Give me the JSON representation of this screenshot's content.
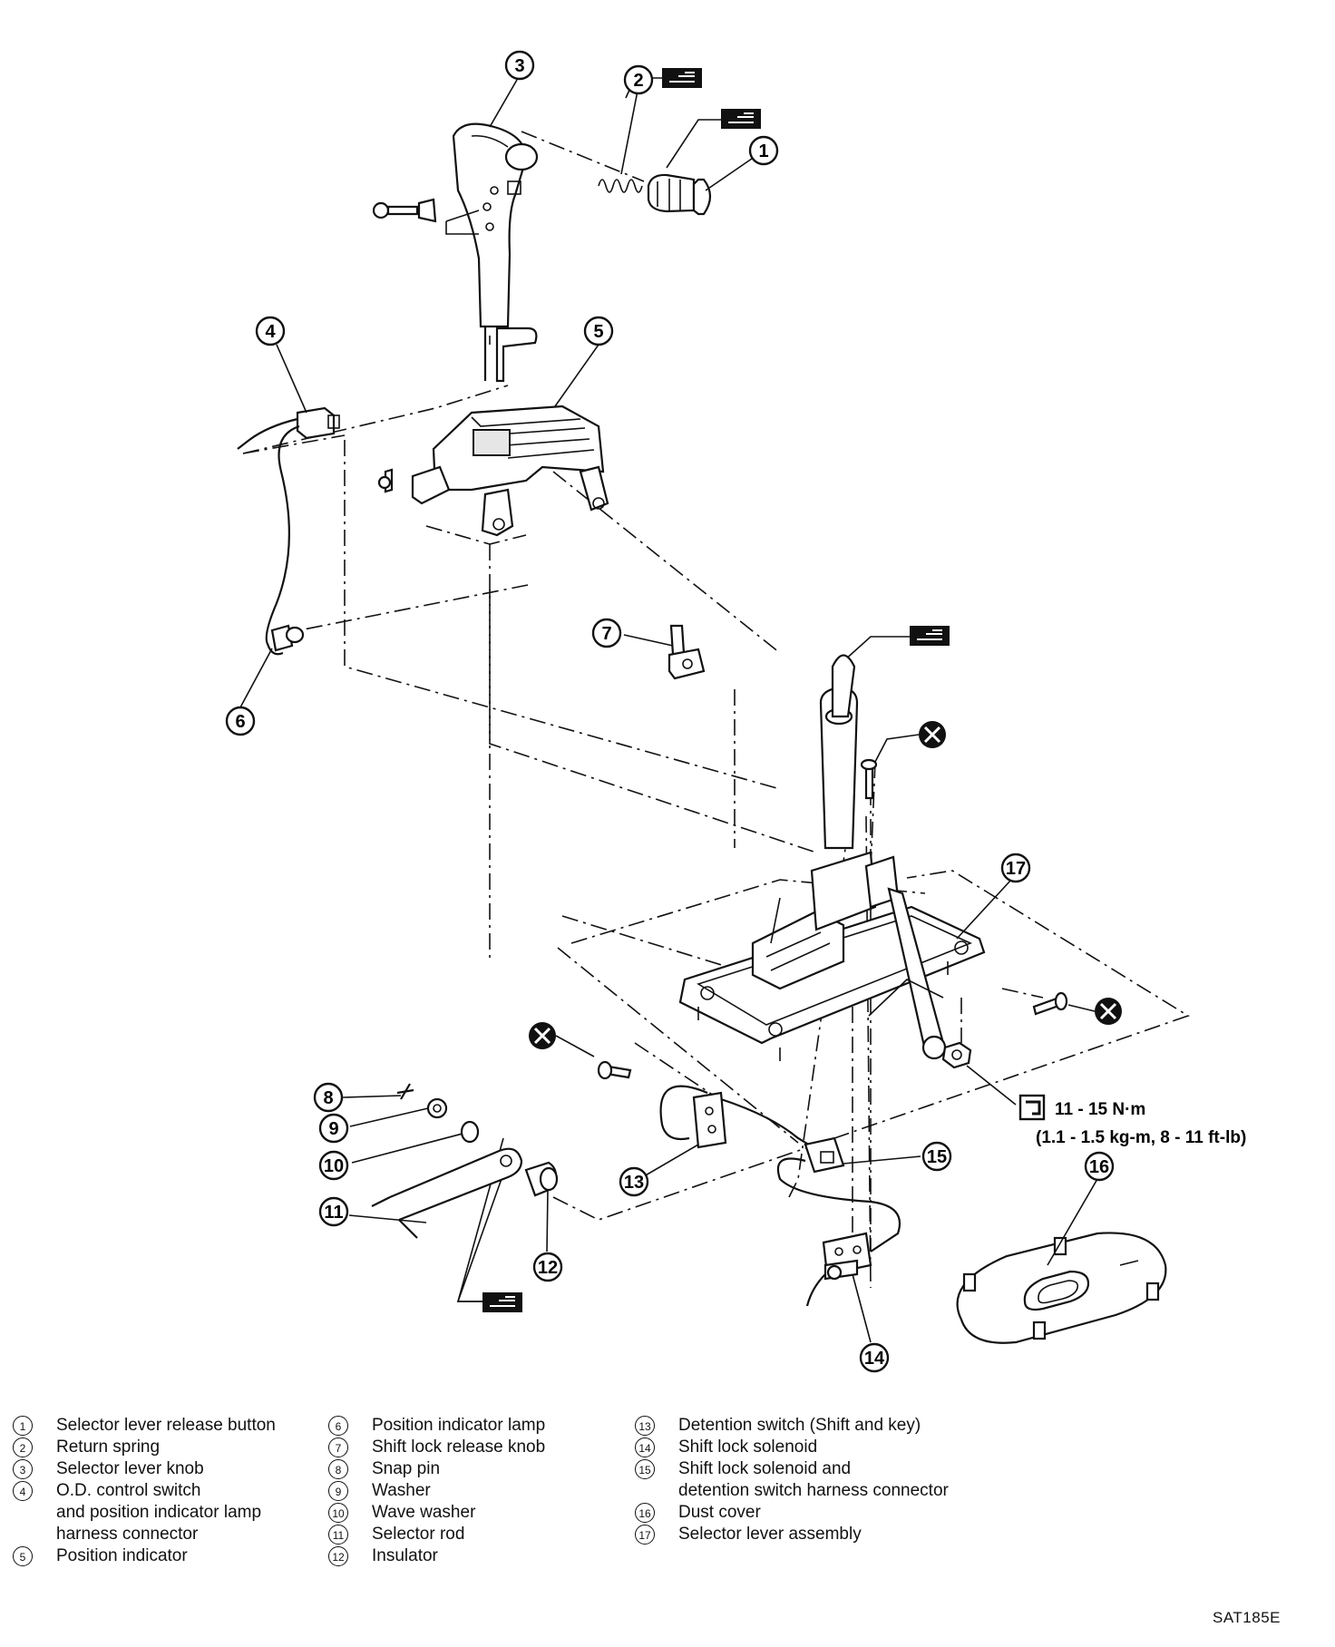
{
  "callouts": [
    "1",
    "2",
    "3",
    "4",
    "5",
    "6",
    "7",
    "8",
    "9",
    "10",
    "11",
    "12",
    "13",
    "14",
    "15",
    "16",
    "17"
  ],
  "torque": {
    "line1": "11 - 15 N·m",
    "line2": "(1.1 - 1.5 kg-m, 8 - 11 ft-lb)"
  },
  "legend": {
    "col1": [
      {
        "num": "1",
        "lines": [
          "Selector lever release button"
        ]
      },
      {
        "num": "2",
        "lines": [
          "Return spring"
        ]
      },
      {
        "num": "3",
        "lines": [
          "Selector lever knob"
        ]
      },
      {
        "num": "4",
        "lines": [
          "O.D. control switch",
          "and position indicator lamp",
          "harness connector"
        ]
      },
      {
        "num": "5",
        "lines": [
          "Position indicator"
        ]
      }
    ],
    "col2": [
      {
        "num": "6",
        "lines": [
          "Position indicator lamp"
        ]
      },
      {
        "num": "7",
        "lines": [
          "Shift lock release knob"
        ]
      },
      {
        "num": "8",
        "lines": [
          "Snap pin"
        ]
      },
      {
        "num": "9",
        "lines": [
          "Washer"
        ]
      },
      {
        "num": "10",
        "lines": [
          "Wave washer"
        ]
      },
      {
        "num": "11",
        "lines": [
          "Selector rod"
        ]
      },
      {
        "num": "12",
        "lines": [
          "Insulator"
        ]
      }
    ],
    "col3": [
      {
        "num": "13",
        "lines": [
          "Detention switch (Shift and key)"
        ]
      },
      {
        "num": "14",
        "lines": [
          "Shift lock solenoid"
        ]
      },
      {
        "num": "15",
        "lines": [
          "Shift lock solenoid and",
          "detention switch harness connector"
        ]
      },
      {
        "num": "16",
        "lines": [
          "Dust cover"
        ]
      },
      {
        "num": "17",
        "lines": [
          "Selector lever assembly"
        ]
      }
    ]
  },
  "figure_code": "SAT185E",
  "icons": {
    "grease": "grease-symbol-icon",
    "replace": "do-not-reuse-icon",
    "torque": "torque-wrench-icon"
  }
}
